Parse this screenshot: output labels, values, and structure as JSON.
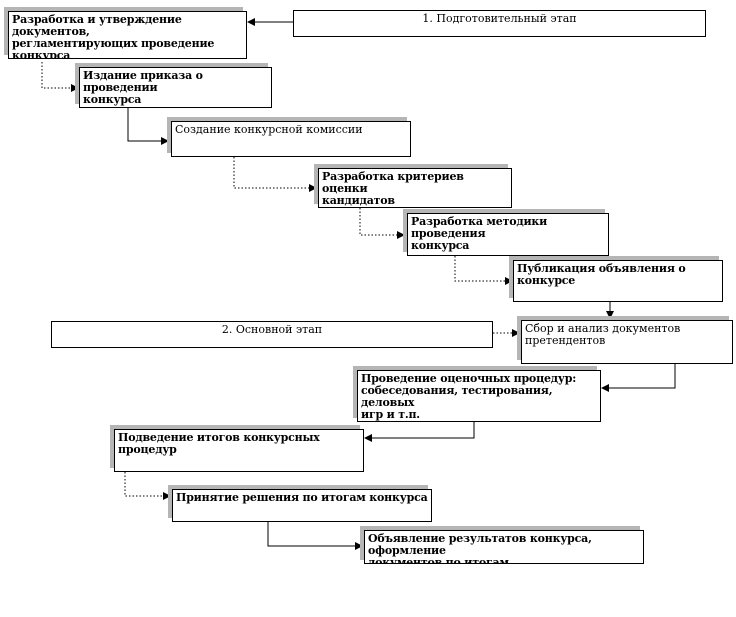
{
  "stages": {
    "preparatory": "1. Подготовительный этап",
    "main": "2. Основной этап"
  },
  "steps": [
    {
      "label": "Разработка и утверждение документов,\nрегламентирующих проведение конкурса"
    },
    {
      "label": "Издание приказа о проведении\nконкурса"
    },
    {
      "label": "Создание конкурсной комиссии"
    },
    {
      "label": "Разработка критериев оценки\nкандидатов"
    },
    {
      "label": "Разработка методики проведения\nконкурса"
    },
    {
      "label": "Публикация объявления о конкурсе"
    },
    {
      "label": "Сбор и анализ документов\nпретендентов"
    },
    {
      "label": "Проведение оценочных процедур:\nсобеседования, тестирования, деловых\nигр и т.п."
    },
    {
      "label": "Подведение итогов конкурсных процедур"
    },
    {
      "label": "Принятие решения по итогам конкурса"
    },
    {
      "label": "Объявление результатов конкурса, оформление\nдокументов по итогам"
    }
  ]
}
